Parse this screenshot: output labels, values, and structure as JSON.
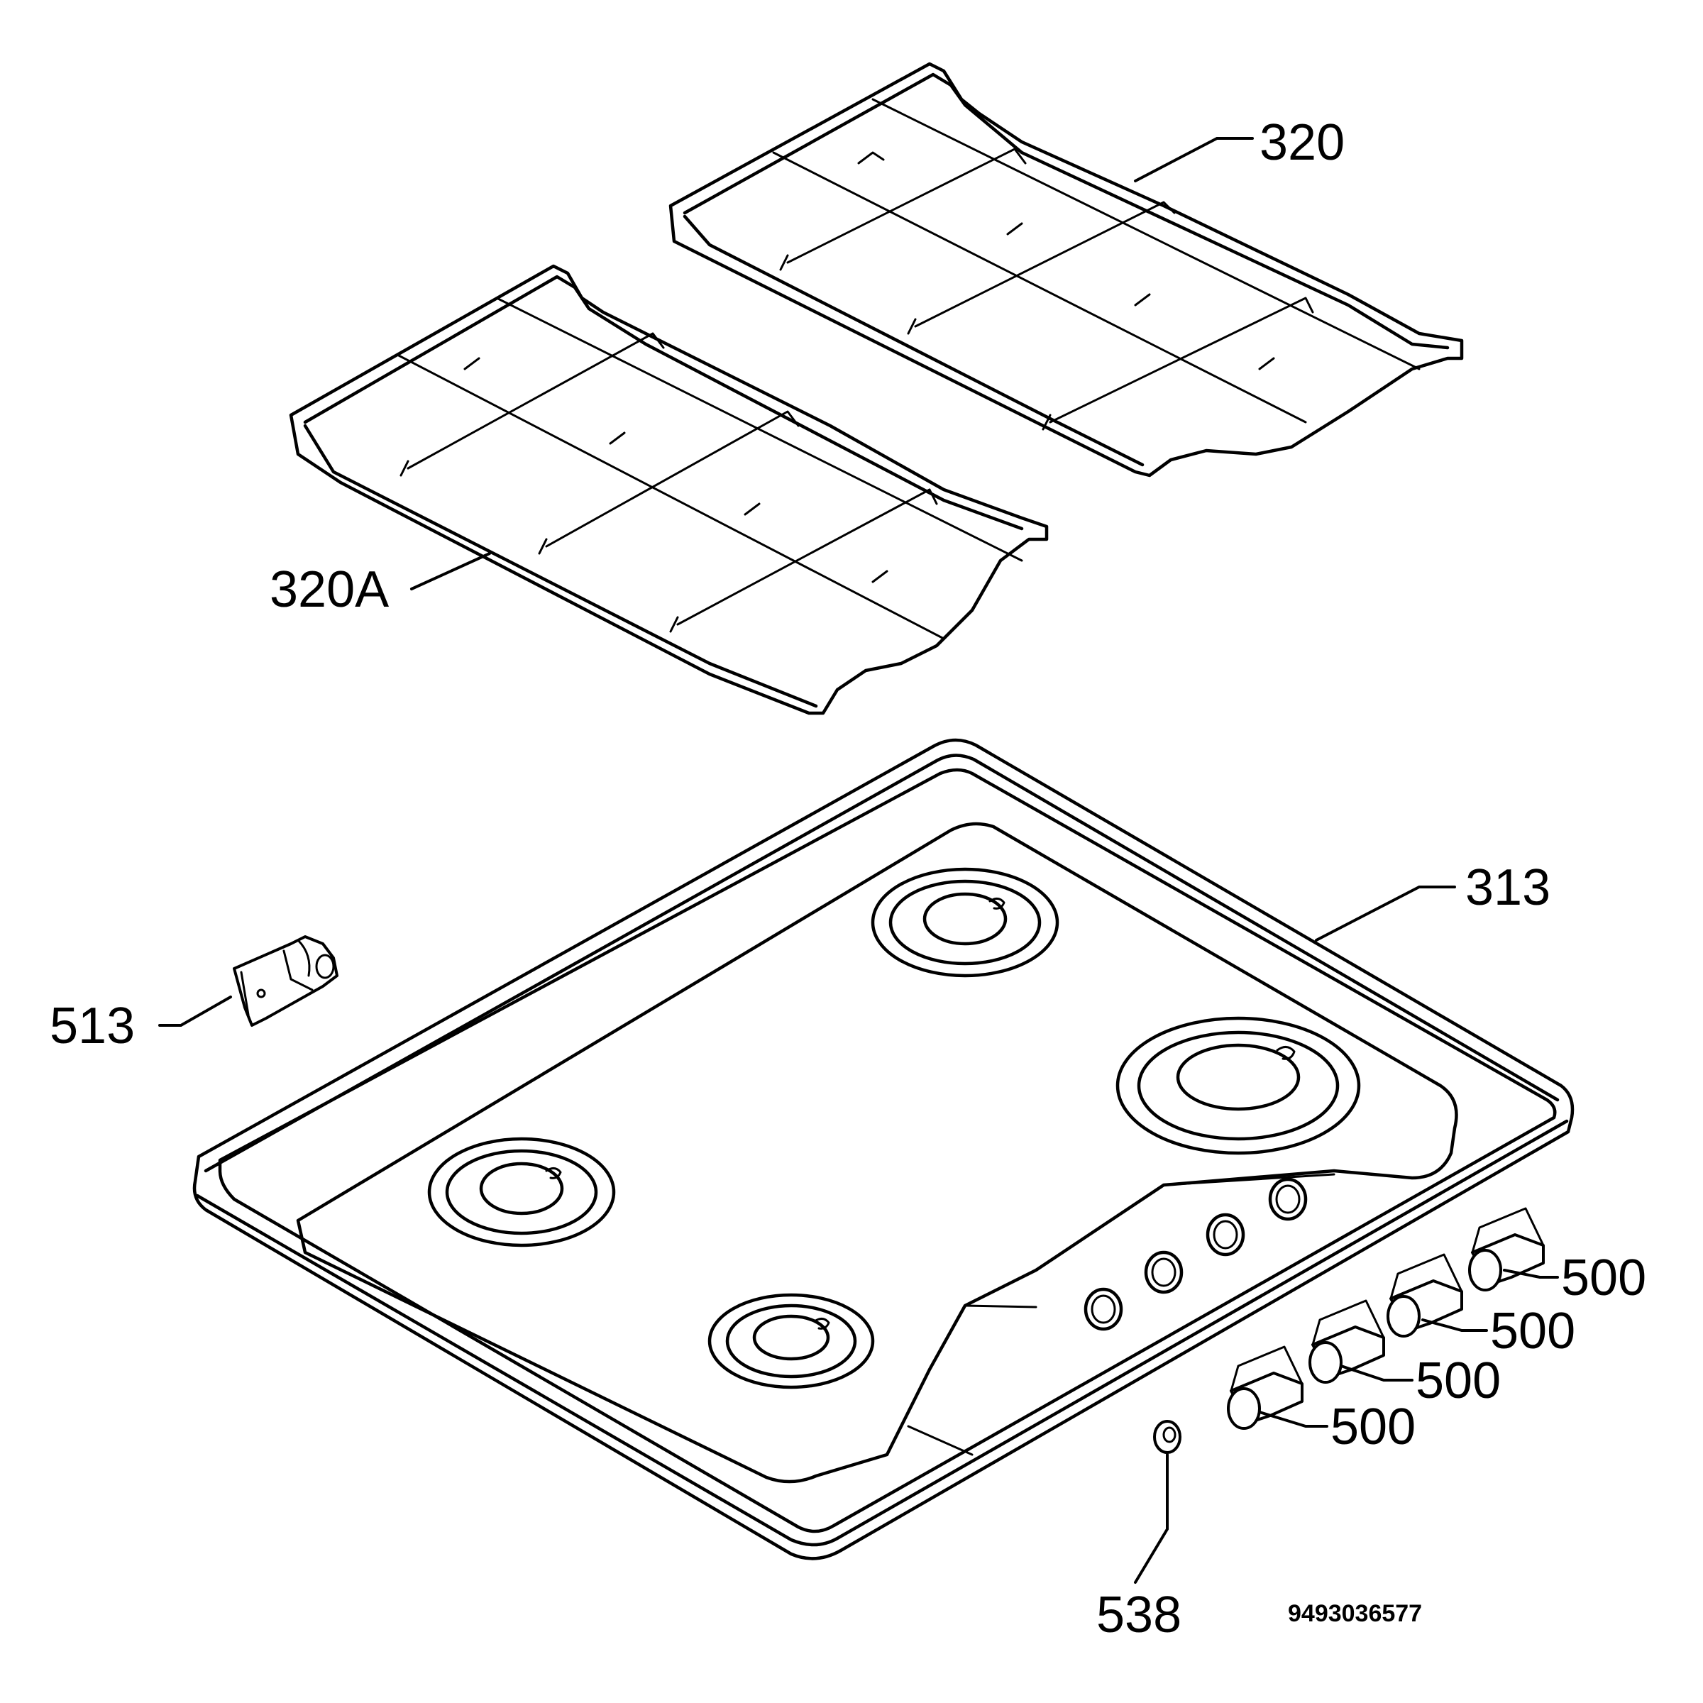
{
  "labels": {
    "grid_right": "320",
    "grid_left": "320A",
    "hob": "313",
    "clip": "513",
    "knob_1": "500",
    "knob_2": "500",
    "knob_3": "500",
    "knob_4": "500",
    "spacer": "538"
  },
  "drawing_code": "9493036577"
}
